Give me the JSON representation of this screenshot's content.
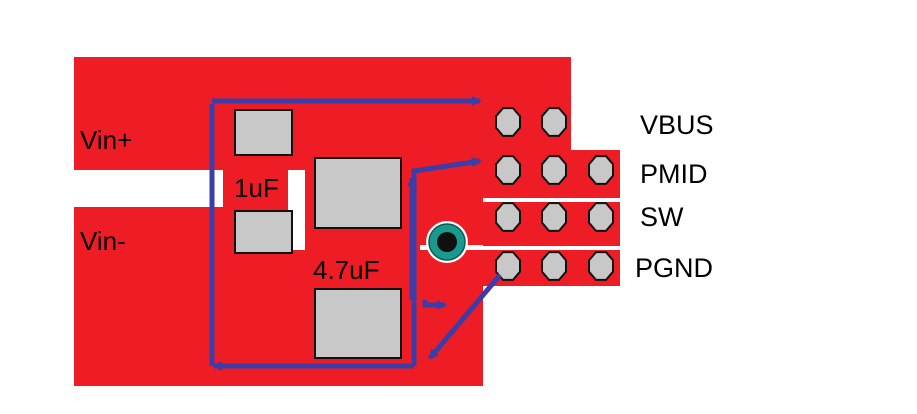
{
  "colors": {
    "copper": "#ee1c25",
    "pad": "#c8c8c8",
    "pad_stroke": "#111111",
    "arrow": "#3b3da8",
    "via_ring": "#1a9a8e",
    "via_center": "#101010",
    "background": "#ffffff"
  },
  "labels": {
    "vin_plus": "Vin+",
    "vin_minus": "Vin-",
    "cap_small": "1uF",
    "cap_large": "4.7uF"
  },
  "pins": {
    "vbus": "VBUS",
    "pmid": "PMID",
    "sw": "SW",
    "pgnd": "PGND"
  }
}
